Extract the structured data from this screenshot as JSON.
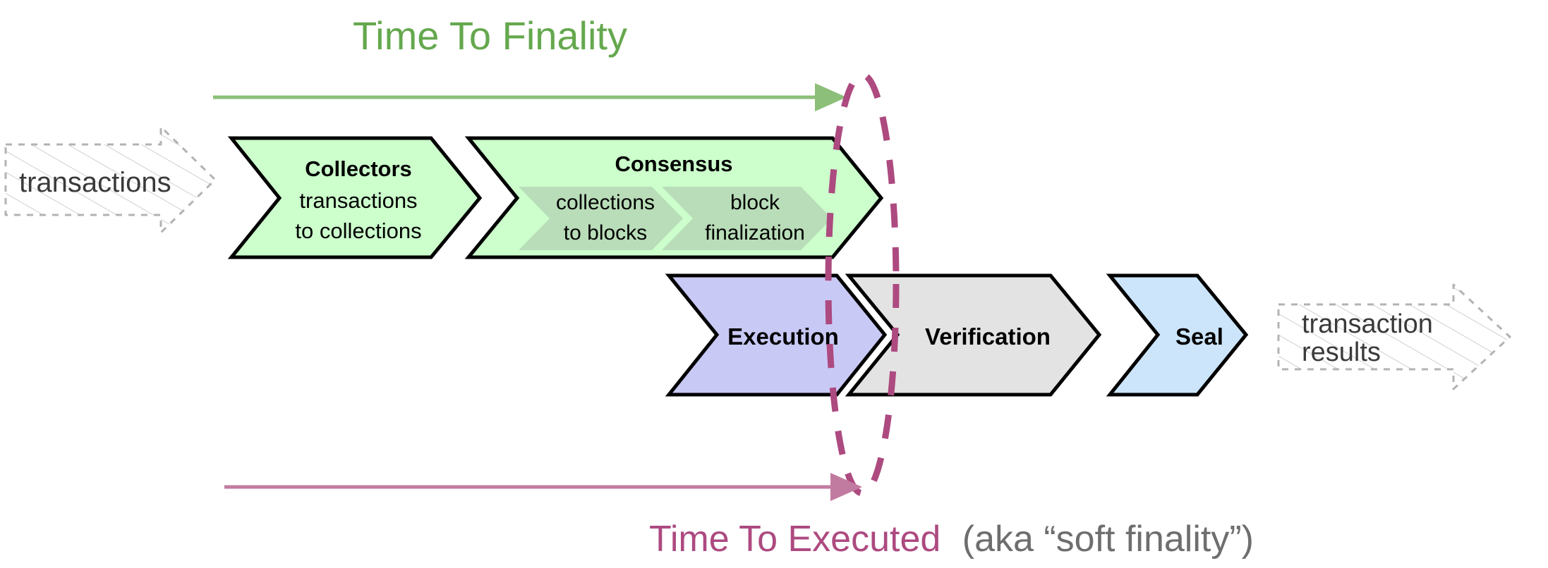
{
  "diagram": {
    "title_top": "Time To Finality",
    "title_bottom_main": "Time To Executed",
    "title_bottom_sub": "(aka “soft finality”)",
    "input_ghost_label": "transactions",
    "output_ghost_label_line1": "transaction",
    "output_ghost_label_line2": "results",
    "stages": [
      {
        "id": "collectors",
        "title": "Collectors",
        "sub_line1": "transactions",
        "sub_line2": "to collections",
        "color": "#CCFFCC"
      },
      {
        "id": "consensus",
        "title": "Consensus",
        "color": "#CCFFCC",
        "substages": [
          {
            "id": "collections-to-blocks",
            "line1": "collections",
            "line2": "to blocks",
            "color": "#B8DDB8"
          },
          {
            "id": "block-finalization",
            "line1": "block",
            "line2": "finalization",
            "color": "#B8DDB8"
          }
        ]
      },
      {
        "id": "execution",
        "title": "Execution",
        "color": "#C9C9F5"
      },
      {
        "id": "verification",
        "title": "Verification",
        "color": "#E3E3E3"
      },
      {
        "id": "seal",
        "title": "Seal",
        "color": "#CCE5FA"
      }
    ],
    "colors": {
      "green_accent": "#65a84e",
      "green_arrow": "#8cbf79",
      "pink_accent": "#ad4a80",
      "pink_arrow": "#c27ba0",
      "gray_text": "#6e6e6e",
      "ghost_outline": "#b3b3b3",
      "stroke": "#000000"
    }
  }
}
